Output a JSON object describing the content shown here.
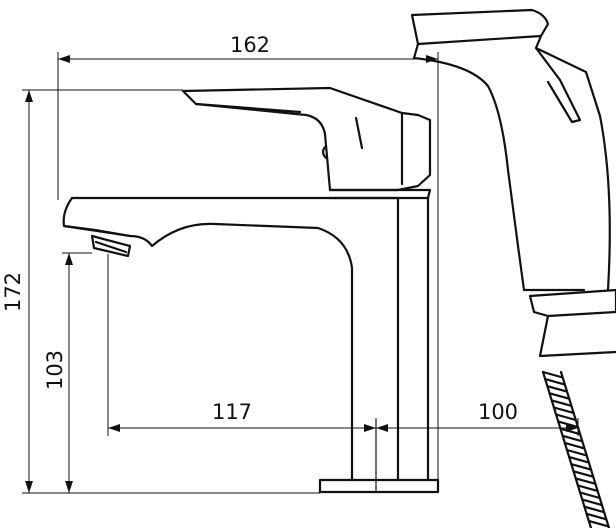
{
  "diagram": {
    "dimensions": {
      "overall_width": "162",
      "overall_height": "172",
      "spout_height": "103",
      "spout_reach": "117",
      "sprayer_offset": "100"
    },
    "colors": {
      "line": "#111111",
      "background": "#ffffff"
    }
  }
}
